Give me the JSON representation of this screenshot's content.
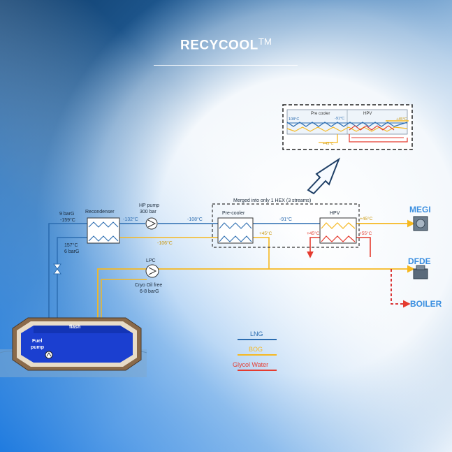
{
  "title": {
    "text": "RECYCOOL",
    "superscript": "TM"
  },
  "colors": {
    "lng": "#2b6cb0",
    "bog": "#f6b820",
    "glycol": "#e53b2f",
    "dest": "#3b8fe0",
    "dark": "#1b2a3a",
    "boiler_arrow": "#d62020"
  },
  "inset": {
    "precooler_label": "Pre cooler",
    "hpv_label": "HPV",
    "temp_in": "108°C",
    "temp_mid": "-91°C",
    "temp_out": "+45°C",
    "temp_bog": "+45°C"
  },
  "main": {
    "recondenser_label": "Recondenser",
    "hp_pump_label": "HP pump",
    "hp_pump_pressure": "300 bar",
    "merged_label": "Merged into only 1 HEX (3 streams)",
    "precooler_label": "Pre-cooler",
    "hpv_label": "HPV",
    "inlet_pressure": "9 barG",
    "inlet_temp": "-159°C",
    "temp_132": "-132°C",
    "temp_108": "-108°C",
    "temp_91": "-91°C",
    "temp_106": "-106°C",
    "temp_45_bog": "+45°C",
    "temp_45_out": "+45°C",
    "glycol_in": "+45°C",
    "glycol_out": "+55°C",
    "return_temp": "157°C",
    "return_pressure": "6 barG",
    "lpc_label": "LPC",
    "lpc_sub1": "Cryo Oil free",
    "lpc_sub2": "6-8 barG",
    "flash_label": "flash",
    "fuel_pump_label1": "Fuel",
    "fuel_pump_label2": "pump"
  },
  "destinations": {
    "megi": "MEGI",
    "dfde": "DFDE",
    "boiler": "BOILER"
  },
  "legend": {
    "lng": "LNG",
    "bog": "BOG",
    "glycol": "Glycol Water"
  }
}
